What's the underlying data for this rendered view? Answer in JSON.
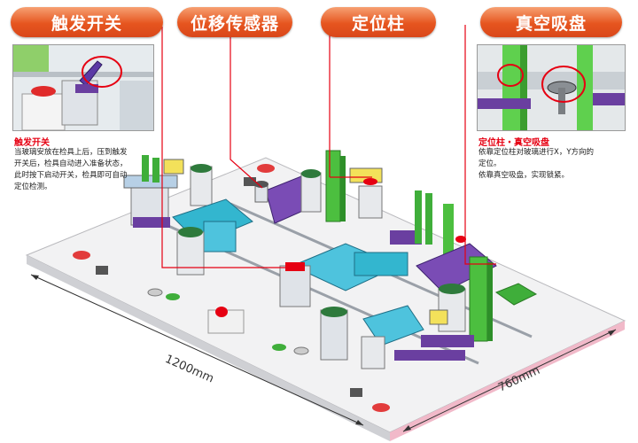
{
  "labels": {
    "trigger_switch": "触发开关",
    "displacement_sensor": "位移传感器",
    "locating_pin": "定位柱",
    "vacuum_cup": "真空吸盘"
  },
  "left_caption": {
    "title": "触发开关",
    "lines": [
      "当玻璃安放在检具上后，压到触发",
      "开关后，检具自动进入准备状态，",
      "此时按下启动开关，检具即可自动",
      "定位检测。"
    ]
  },
  "right_caption": {
    "title": "定位柱・真空吸盘",
    "lines": [
      "依靠定位柱对玻璃进行X，Y方向的",
      "定位。",
      "依靠真空吸盘，实现锁紧。"
    ]
  },
  "dimensions": {
    "length": "1200mm",
    "width": "760mm"
  },
  "colors": {
    "accent": "#e6551f",
    "callout": "#e60012",
    "base": "#e8e8ea",
    "purple": "#6a3fa0",
    "green": "#3fae3a",
    "cyan": "#33b6cf"
  }
}
